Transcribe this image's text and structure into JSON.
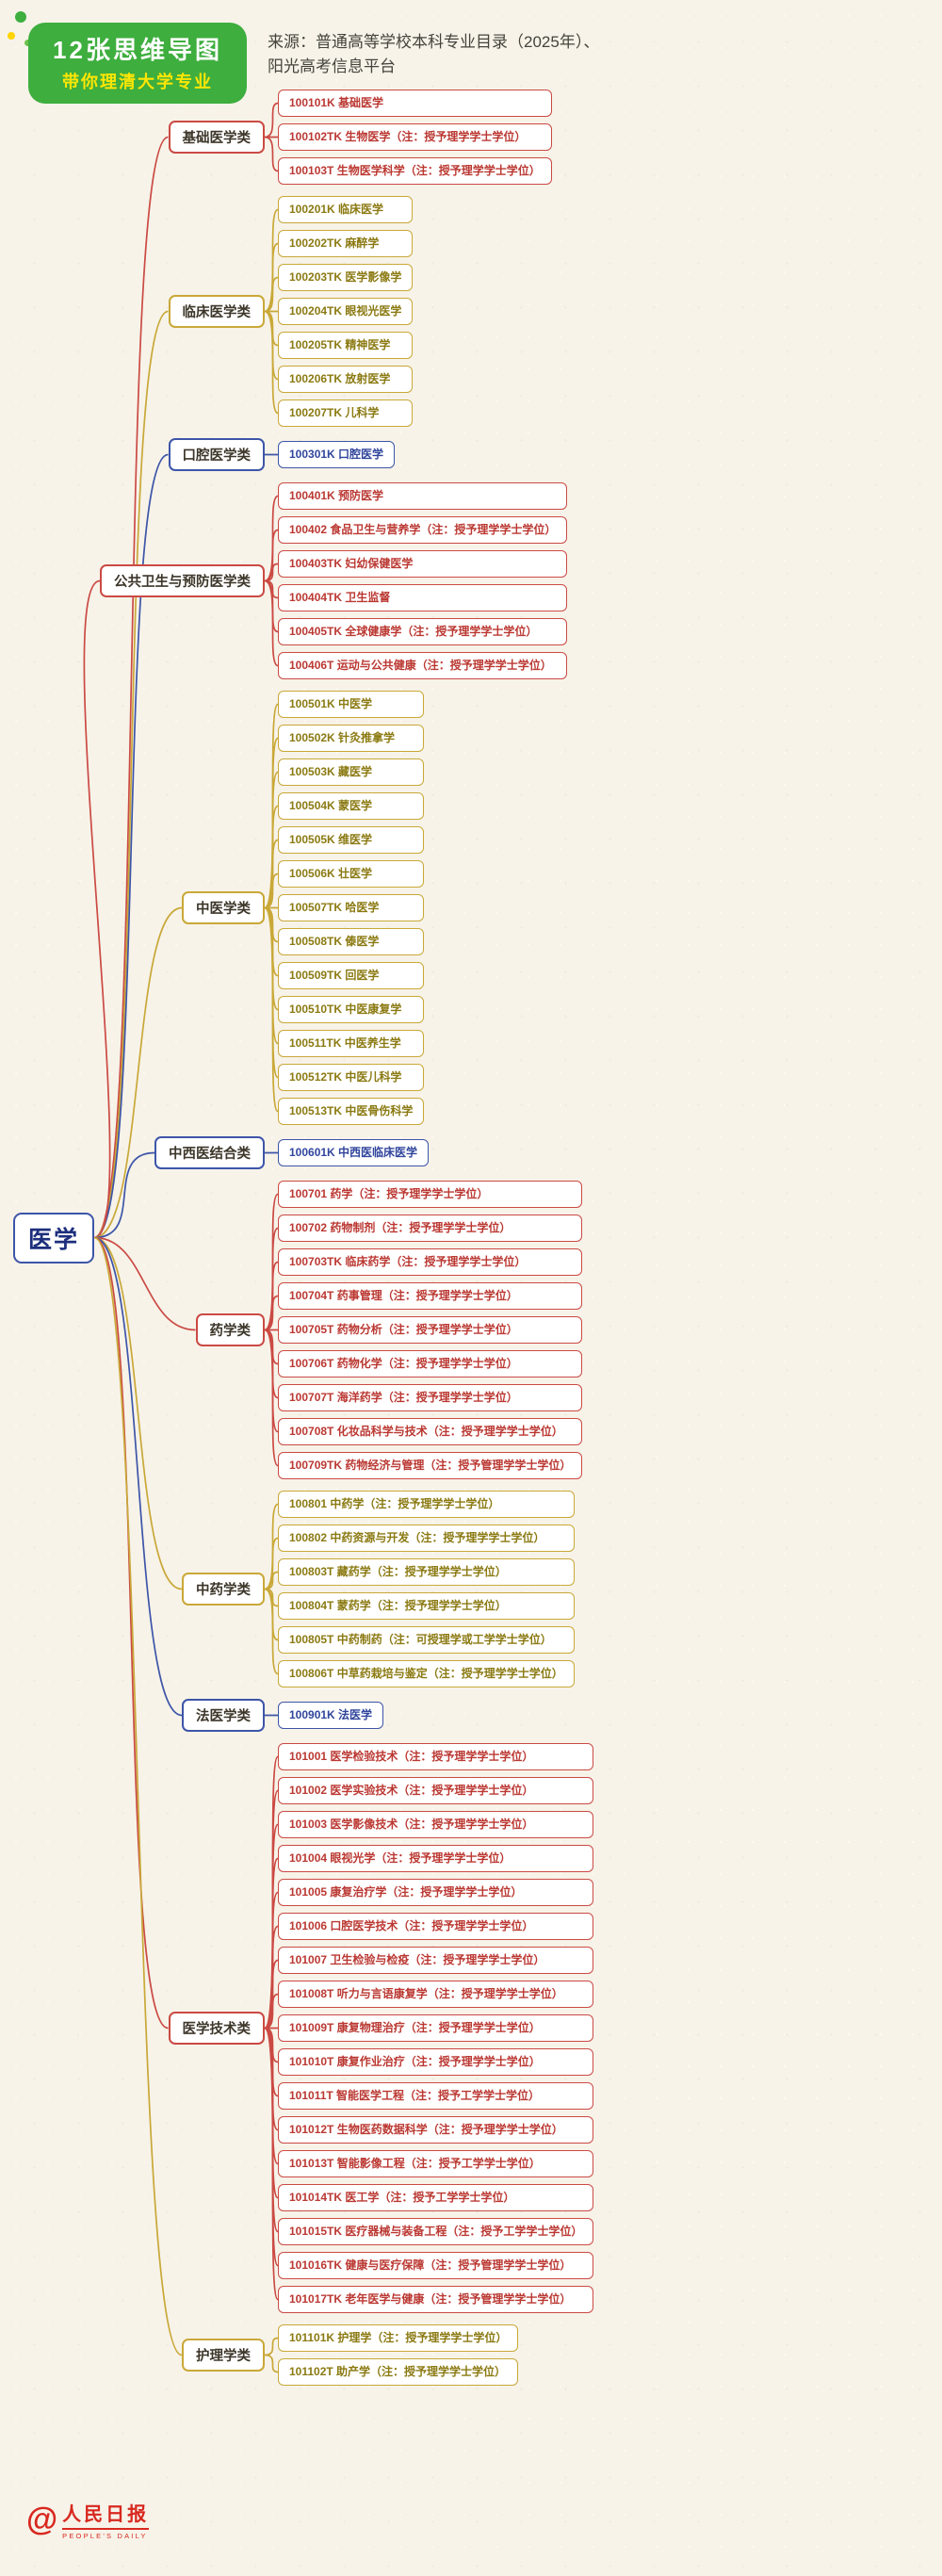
{
  "header": {
    "badge_line1": "12张思维导图",
    "badge_line2": "带你理清大学专业",
    "source_line1": "来源：普通高等学校本科专业目录（2025年）、",
    "source_line2": "阳光高考信息平台"
  },
  "root_label": "医学",
  "colors": {
    "red": {
      "border": "#cb4a44",
      "text": "#bb3832"
    },
    "yellow": {
      "border": "#c9a838",
      "text": "#8b7a12"
    },
    "blue": {
      "border": "#3d55a8",
      "text": "#30459c"
    }
  },
  "groups": [
    {
      "label": "基础医学类",
      "color": "red",
      "items": [
        "100101K 基础医学",
        "100102TK 生物医学（注：授予理学学士学位）",
        "100103T 生物医学科学（注：授予理学学士学位）"
      ]
    },
    {
      "label": "临床医学类",
      "color": "yellow",
      "items": [
        "100201K 临床医学",
        "100202TK 麻醉学",
        "100203TK 医学影像学",
        "100204TK 眼视光医学",
        "100205TK 精神医学",
        "100206TK 放射医学",
        "100207TK 儿科学"
      ]
    },
    {
      "label": "口腔医学类",
      "color": "blue",
      "items": [
        "100301K 口腔医学"
      ]
    },
    {
      "label": "公共卫生与预防医学类",
      "color": "red",
      "items": [
        "100401K 预防医学",
        "100402 食品卫生与营养学（注：授予理学学士学位）",
        "100403TK 妇幼保健医学",
        "100404TK 卫生监督",
        "100405TK 全球健康学（注：授予理学学士学位）",
        "100406T 运动与公共健康（注：授予理学学士学位）"
      ]
    },
    {
      "label": "中医学类",
      "color": "yellow",
      "items": [
        "100501K 中医学",
        "100502K 针灸推拿学",
        "100503K 藏医学",
        "100504K 蒙医学",
        "100505K 维医学",
        "100506K 壮医学",
        "100507TK 哈医学",
        "100508TK 傣医学",
        "100509TK 回医学",
        "100510TK 中医康复学",
        "100511TK 中医养生学",
        "100512TK 中医儿科学",
        "100513TK 中医骨伤科学"
      ]
    },
    {
      "label": "中西医结合类",
      "color": "blue",
      "items": [
        "100601K 中西医临床医学"
      ]
    },
    {
      "label": "药学类",
      "color": "red",
      "items": [
        "100701 药学（注：授予理学学士学位）",
        "100702 药物制剂（注：授予理学学士学位）",
        "100703TK 临床药学（注：授予理学学士学位）",
        "100704T 药事管理（注：授予理学学士学位）",
        "100705T 药物分析（注：授予理学学士学位）",
        "100706T 药物化学（注：授予理学学士学位）",
        "100707T 海洋药学（注：授予理学学士学位）",
        "100708T 化妆品科学与技术（注：授予理学学士学位）",
        "100709TK 药物经济与管理（注：授予管理学学士学位）"
      ]
    },
    {
      "label": "中药学类",
      "color": "yellow",
      "items": [
        "100801 中药学（注：授予理学学士学位）",
        "100802 中药资源与开发（注：授予理学学士学位）",
        "100803T 藏药学（注：授予理学学士学位）",
        "100804T 蒙药学（注：授予理学学士学位）",
        "100805T 中药制药（注：可授理学或工学学士学位）",
        "100806T 中草药栽培与鉴定（注：授予理学学士学位）"
      ]
    },
    {
      "label": "法医学类",
      "color": "blue",
      "items": [
        "100901K 法医学"
      ]
    },
    {
      "label": "医学技术类",
      "color": "red",
      "items": [
        "101001 医学检验技术（注：授予理学学士学位）",
        "101002 医学实验技术（注：授予理学学士学位）",
        "101003 医学影像技术（注：授予理学学士学位）",
        "101004 眼视光学（注：授予理学学士学位）",
        "101005 康复治疗学（注：授予理学学士学位）",
        "101006 口腔医学技术（注：授予理学学士学位）",
        "101007 卫生检验与检疫（注：授予理学学士学位）",
        "101008T 听力与言语康复学（注：授予理学学士学位）",
        "101009T 康复物理治疗（注：授予理学学士学位）",
        "101010T 康复作业治疗（注：授予理学学士学位）",
        "101011T 智能医学工程（注：授予工学学士学位）",
        "101012T 生物医药数据科学（注：授予理学学士学位）",
        "101013T 智能影像工程（注：授予工学学士学位）",
        "101014TK 医工学（注：授予工学学士学位）",
        "101015TK 医疗器械与装备工程（注：授予工学学士学位）",
        "101016TK 健康与医疗保障（注：授予管理学学士学位）",
        "101017TK 老年医学与健康（注：授予管理学学士学位）"
      ]
    },
    {
      "label": "护理学类",
      "color": "yellow",
      "items": [
        "101101K 护理学（注：授予理学学士学位）",
        "101102T 助产学（注：授予理学学士学位）"
      ]
    }
  ],
  "footer": {
    "at": "@",
    "brand": "人民日报",
    "brand_en": "PEOPLE'S DAILY"
  }
}
